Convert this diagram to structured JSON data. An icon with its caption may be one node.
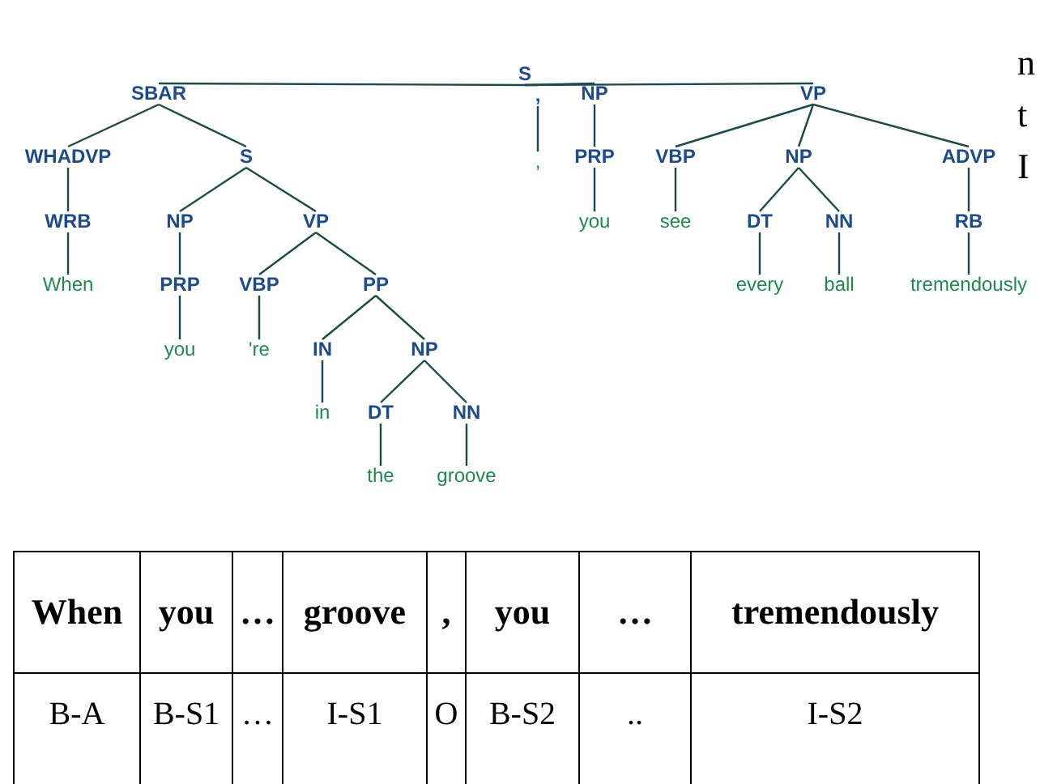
{
  "diagram": {
    "nodes": [
      {
        "text": [
          "S"
        ]
      },
      {
        "text": [
          "SBAR"
        ]
      },
      {
        "text": [
          ","
        ]
      },
      {
        "text": [
          "NP"
        ]
      },
      {
        "text": [
          "VP"
        ]
      },
      {
        "text": [
          "WHADVP"
        ]
      },
      {
        "text": [
          "S"
        ]
      },
      {
        "text": [
          ","
        ]
      },
      {
        "text": [
          "PRP"
        ]
      },
      {
        "text": [
          "VBP"
        ]
      },
      {
        "text": [
          "NP"
        ]
      },
      {
        "text": [
          "ADVP"
        ]
      },
      {
        "text": [
          "WRB"
        ]
      },
      {
        "text": [
          "NP"
        ]
      },
      {
        "text": [
          "VP"
        ]
      },
      {
        "text": [
          "you"
        ]
      },
      {
        "text": [
          "see"
        ]
      },
      {
        "text": [
          "DT"
        ]
      },
      {
        "text": [
          "NN"
        ]
      },
      {
        "text": [
          "RB"
        ]
      },
      {
        "text": [
          "When"
        ]
      },
      {
        "text": [
          "PRP"
        ]
      },
      {
        "text": [
          "VBP"
        ]
      },
      {
        "text": [
          "PP"
        ]
      },
      {
        "text": [
          "every"
        ]
      },
      {
        "text": [
          "ball"
        ]
      },
      {
        "text": [
          "tremendously"
        ]
      },
      {
        "text": [
          "you"
        ]
      },
      {
        "text": [
          "'re"
        ]
      },
      {
        "text": [
          "IN"
        ]
      },
      {
        "text": [
          "NP"
        ]
      },
      {
        "text": [
          "in"
        ]
      },
      {
        "text": [
          "DT"
        ]
      },
      {
        "text": [
          "NN"
        ]
      },
      {
        "text": [
          "the"
        ]
      },
      {
        "text": [
          "groove"
        ]
      }
    ],
    "edges": [
      {
        "from": 0,
        "to": 1,
        "arrow": "none"
      },
      {
        "from": 0,
        "to": 2,
        "arrow": "none"
      },
      {
        "from": 0,
        "to": 3,
        "arrow": "none"
      },
      {
        "from": 0,
        "to": 4,
        "arrow": "none"
      },
      {
        "from": 1,
        "to": 5,
        "arrow": "none"
      },
      {
        "from": 1,
        "to": 6,
        "arrow": "none"
      },
      {
        "from": 2,
        "to": 7,
        "arrow": "none"
      },
      {
        "from": 3,
        "to": 8,
        "arrow": "none"
      },
      {
        "from": 4,
        "to": 9,
        "arrow": "none"
      },
      {
        "from": 4,
        "to": 10,
        "arrow": "none"
      },
      {
        "from": 4,
        "to": 11,
        "arrow": "none"
      },
      {
        "from": 5,
        "to": 12,
        "arrow": "none"
      },
      {
        "from": 6,
        "to": 13,
        "arrow": "none"
      },
      {
        "from": 6,
        "to": 14,
        "arrow": "none"
      },
      {
        "from": 8,
        "to": 15,
        "arrow": "none"
      },
      {
        "from": 9,
        "to": 16,
        "arrow": "none"
      },
      {
        "from": 10,
        "to": 17,
        "arrow": "none"
      },
      {
        "from": 10,
        "to": 18,
        "arrow": "none"
      },
      {
        "from": 11,
        "to": 19,
        "arrow": "none"
      },
      {
        "from": 12,
        "to": 20,
        "arrow": "none"
      },
      {
        "from": 13,
        "to": 21,
        "arrow": "none"
      },
      {
        "from": 14,
        "to": 22,
        "arrow": "none"
      },
      {
        "from": 14,
        "to": 23,
        "arrow": "none"
      },
      {
        "from": 17,
        "to": 24,
        "arrow": "none"
      },
      {
        "from": 18,
        "to": 25,
        "arrow": "none"
      },
      {
        "from": 19,
        "to": 26,
        "arrow": "none"
      },
      {
        "from": 21,
        "to": 27,
        "arrow": "none"
      },
      {
        "from": 22,
        "to": 28,
        "arrow": "none"
      },
      {
        "from": 23,
        "to": 29,
        "arrow": "none"
      },
      {
        "from": 23,
        "to": 30,
        "arrow": "none"
      },
      {
        "from": 29,
        "to": 31,
        "arrow": "none"
      },
      {
        "from": 30,
        "to": 32,
        "arrow": "none"
      },
      {
        "from": 30,
        "to": 33,
        "arrow": "none"
      },
      {
        "from": 32,
        "to": 34,
        "arrow": "none"
      },
      {
        "from": 33,
        "to": 35,
        "arrow": "none"
      }
    ],
    "labels": [
      "When",
      "you",
      "…",
      "groove",
      ",",
      "you",
      "…",
      "tremendously",
      "B-A",
      "B-S1",
      "…",
      "I-S1",
      "O",
      "B-S2",
      "..",
      "I-S2",
      "n",
      "t",
      "I"
    ]
  }
}
